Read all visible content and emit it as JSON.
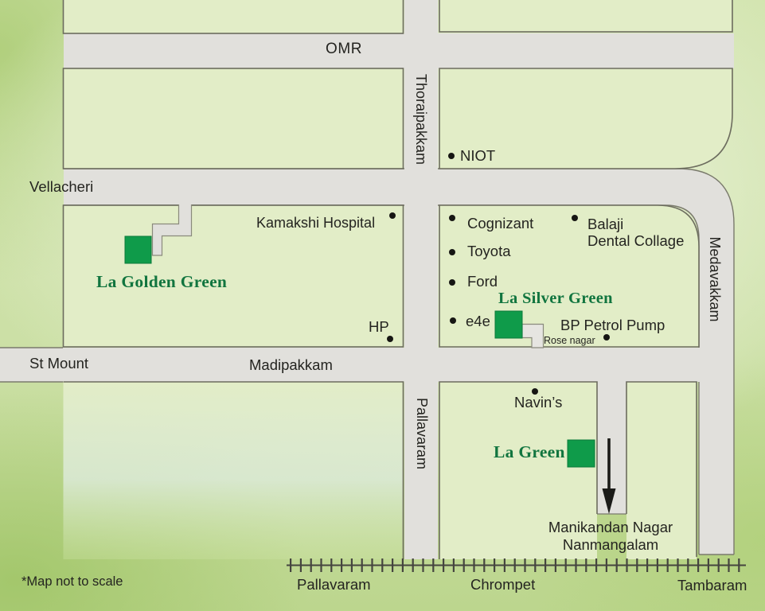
{
  "map": {
    "note": "*Map not to scale",
    "roads": {
      "omr": "OMR",
      "thoraipakkam": "Thoraipakkam",
      "vellacheri": "Vellacheri",
      "medavakkam": "Medavakkam",
      "st_mount": "St Mount",
      "madipakkam": "Madipakkam",
      "pallavaram": "Pallavaram",
      "rose_nagar": "Rose nagar"
    },
    "projects": {
      "la_golden_green": "La Golden Green",
      "la_silver_green": "La Silver Green",
      "la_green": "La Green"
    },
    "landmarks": {
      "niot": "NIOT",
      "kamakshi_hospital": "Kamakshi Hospital",
      "cognizant": "Cognizant",
      "balaji_line1": "Balaji",
      "balaji_line2": "Dental Collage",
      "toyota": "Toyota",
      "ford": "Ford",
      "e4e": "e4e",
      "bp_petrol_pump": "BP Petrol Pump",
      "hp": "HP",
      "navins": "Navin’s"
    },
    "destination": {
      "line1": "Manikandan Nagar",
      "line2": "Nanmangalam"
    },
    "railway_stations": [
      "Pallavaram",
      "Chrompet",
      "Tambaram"
    ],
    "colors": {
      "project_square": "#0f9b4a",
      "project_title": "#11753f",
      "block_fill": "#e2edc7",
      "road_fill": "#e1e0dc",
      "border": "#6c6c5e",
      "railway": "#45453f",
      "text": "#242420"
    }
  }
}
